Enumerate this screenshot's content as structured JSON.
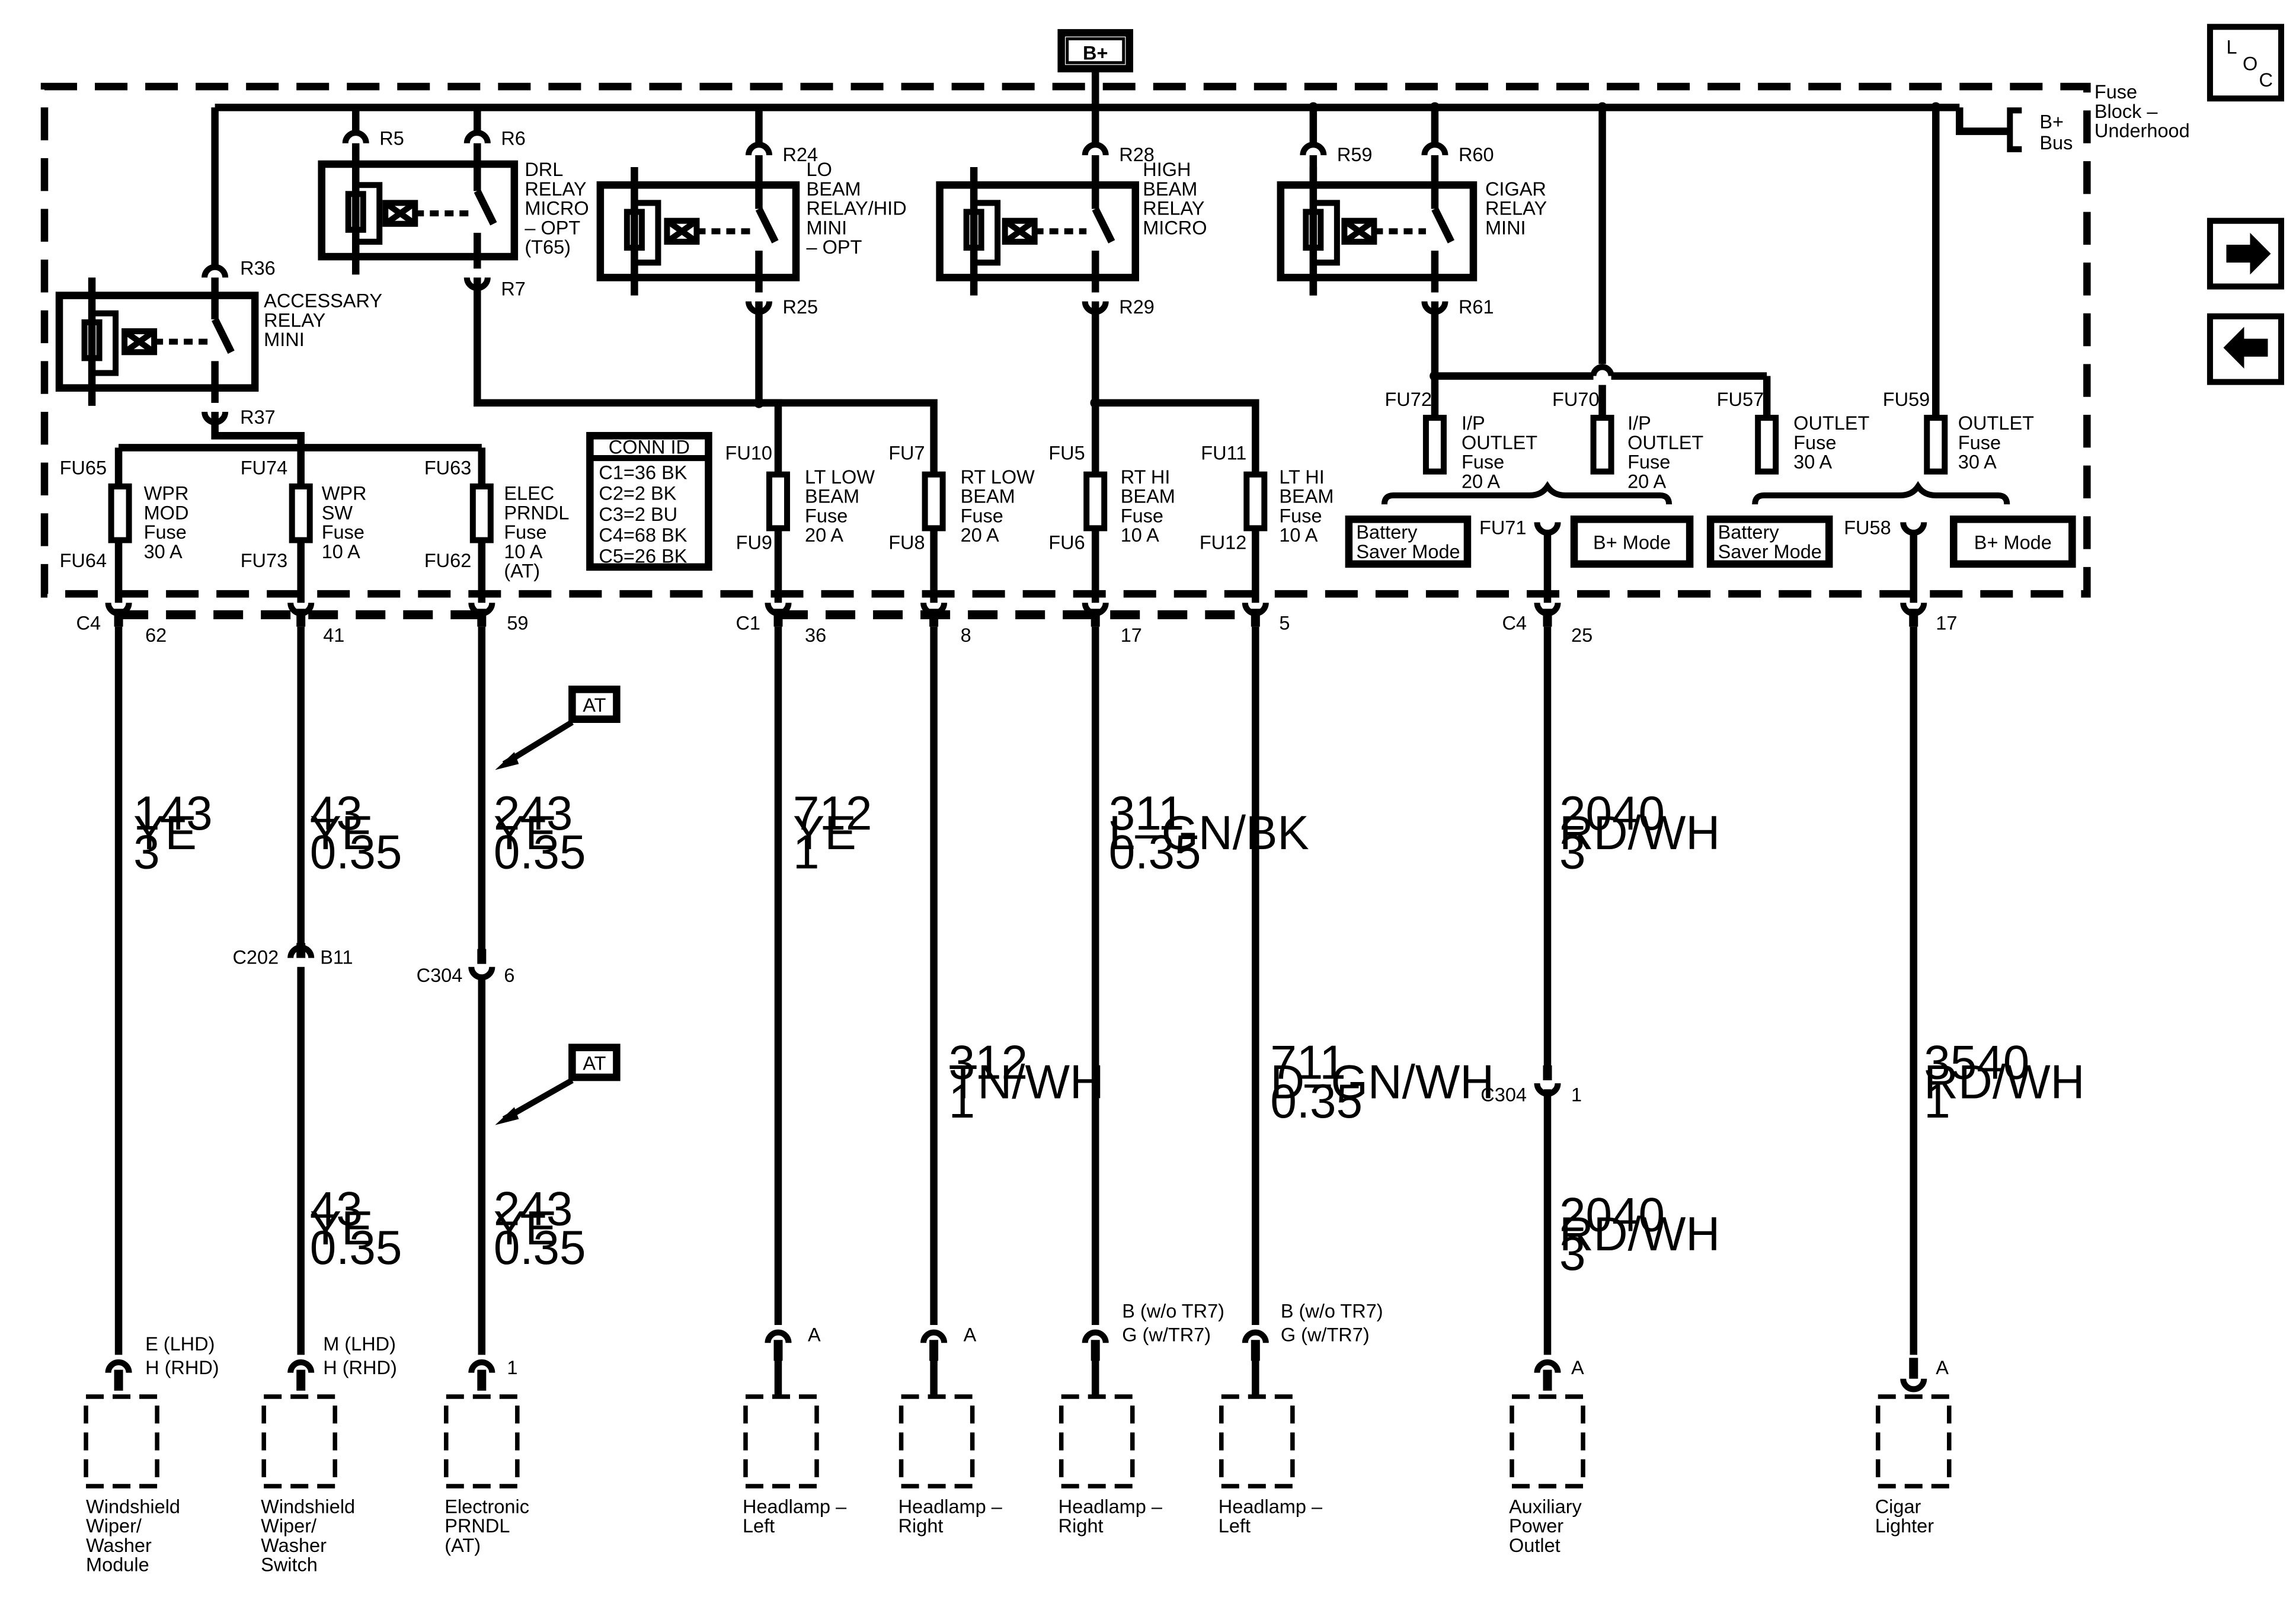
{
  "power": {
    "bplus": "B+",
    "bus_top": "B+",
    "bus_bottom": "Bus"
  },
  "fuse_block": {
    "l1": "Fuse",
    "l2": "Block –",
    "l3": "Underhood"
  },
  "loc": {
    "l": "L",
    "o": "O",
    "c": "C"
  },
  "nav": {
    "next_icon": "arrow-right-icon",
    "prev_icon": "arrow-left-icon"
  },
  "relays": {
    "drl": {
      "l1": "DRL",
      "l2": "RELAY",
      "l3": "MICRO",
      "l4": "– OPT",
      "l5": "(T65)",
      "r_top": "R5",
      "r_top2": "R6",
      "r_bot": "R7"
    },
    "accessory": {
      "l1": "ACCESSARY",
      "l2": "RELAY",
      "l3": "MINI",
      "r_top": "R36",
      "r_bot": "R37"
    },
    "lobeam": {
      "l1": "LO",
      "l2": "BEAM",
      "l3": "RELAY/HID",
      "l4": "MINI",
      "l5": "– OPT",
      "r_top": "R24",
      "r_bot": "R25"
    },
    "hibeam": {
      "l1": "HIGH",
      "l2": "BEAM",
      "l3": "RELAY",
      "l4": "MICRO",
      "r_top": "R28",
      "r_bot": "R29"
    },
    "cigar": {
      "l1": "CIGAR",
      "l2": "RELAY",
      "l3": "MINI",
      "r_top": "R59",
      "r_top2": "R60",
      "r_bot": "R61"
    }
  },
  "conn_id": {
    "title": "CONN ID",
    "rows": [
      "C1=36 BK",
      "C2=2 BK",
      "C3=2 BU",
      "C4=68 BK",
      "C5=26 BK"
    ]
  },
  "fuses": {
    "wpr_mod": {
      "top": "FU65",
      "bot": "FU64",
      "l1": "WPR",
      "l2": "MOD",
      "l3": "Fuse",
      "l4": "30 A"
    },
    "wpr_sw": {
      "top": "FU74",
      "bot": "FU73",
      "l1": "WPR",
      "l2": "SW",
      "l3": "Fuse",
      "l4": "10 A"
    },
    "elec_prndl": {
      "top": "FU63",
      "bot": "FU62",
      "l1": "ELEC",
      "l2": "PRNDL",
      "l3": "Fuse",
      "l4": "10 A",
      "l5": "(AT)"
    },
    "lt_low": {
      "top": "FU10",
      "bot": "FU9",
      "l1": "LT LOW",
      "l2": "BEAM",
      "l3": "Fuse",
      "l4": "20 A"
    },
    "rt_low": {
      "top": "FU7",
      "bot": "FU8",
      "l1": "RT LOW",
      "l2": "BEAM",
      "l3": "Fuse",
      "l4": "20 A"
    },
    "rt_hi": {
      "top": "FU5",
      "bot": "FU6",
      "l1": "RT  HI",
      "l2": "BEAM",
      "l3": "Fuse",
      "l4": "10 A"
    },
    "lt_hi": {
      "top": "FU11",
      "bot": "FU12",
      "l1": "LT HI",
      "l2": "BEAM",
      "l3": "Fuse",
      "l4": "10 A"
    },
    "ip_outlet1": {
      "top": "FU72",
      "l1": "I/P",
      "l2": "OUTLET",
      "l3": "Fuse",
      "l4": "20 A"
    },
    "ip_outlet2": {
      "top": "FU70",
      "l1": "I/P",
      "l2": "OUTLET",
      "l3": "Fuse",
      "l4": "20 A"
    },
    "outlet1": {
      "top": "FU57",
      "l1": "OUTLET",
      "l2": "Fuse",
      "l3": "30 A"
    },
    "outlet2": {
      "top": "FU59",
      "l1": "OUTLET",
      "l2": "Fuse",
      "l3": "30 A"
    }
  },
  "modes": {
    "batt1": {
      "l1": "Battery",
      "l2": "Saver Mode"
    },
    "fu71": "FU71",
    "bmode1": "B+ Mode",
    "batt2": {
      "l1": "Battery",
      "l2": "Saver Mode"
    },
    "fu58": "FU58",
    "bmode2": "B+ Mode"
  },
  "connectors": {
    "c4_left": "C4",
    "c1": "C1",
    "c4_right": "C4",
    "pins": {
      "p62": "62",
      "p41": "41",
      "p59": "59",
      "p36": "36",
      "p8": "8",
      "p17a": "17",
      "p5": "5",
      "p25": "25",
      "p17b": "17"
    }
  },
  "at_tags": {
    "at1": "AT",
    "at2": "AT"
  },
  "wires": {
    "w143": {
      "circuit": "143",
      "color": "YE",
      "size": "3"
    },
    "w43a": {
      "circuit": "43",
      "color": "YE",
      "size": "0.35"
    },
    "w43b": {
      "circuit": "43",
      "color": "YE",
      "size": "0.35"
    },
    "w243a": {
      "circuit": "243",
      "color": "YE",
      "size": "0.35"
    },
    "w243b": {
      "circuit": "243",
      "color": "YE",
      "size": "0.35"
    },
    "w712": {
      "circuit": "712",
      "color": "YE",
      "size": "1"
    },
    "w312": {
      "circuit": "312",
      "color": "TN/WH",
      "size": "1"
    },
    "w311": {
      "circuit": "311",
      "color": "L–GN/BK",
      "size": "0.35"
    },
    "w711": {
      "circuit": "711",
      "color": "D–GN/WH",
      "size": "0.35"
    },
    "w2040a": {
      "circuit": "2040",
      "color": "RD/WH",
      "size": "3"
    },
    "w2040b": {
      "circuit": "2040",
      "color": "RD/WH",
      "size": "3"
    },
    "w3540": {
      "circuit": "3540",
      "color": "RD/WH",
      "size": "1"
    }
  },
  "inline": {
    "c202": "C202",
    "b11": "B11",
    "c304a": "C304",
    "c304a_pin": "6",
    "c304b": "C304",
    "c304b_pin": "1"
  },
  "terminals": {
    "wiper_module": {
      "l1": "E (LHD)",
      "l2": "H (RHD)"
    },
    "wiper_switch": {
      "l1": "M (LHD)",
      "l2": "H (RHD)"
    },
    "prndl": "1",
    "hl_left_lo": "A",
    "hl_right_lo": "A",
    "hl_right_hi": {
      "l1": "B (w/o TR7)",
      "l2": "G (w/TR7)"
    },
    "hl_left_hi": {
      "l1": "B (w/o TR7)",
      "l2": "G (w/TR7)"
    },
    "aux": "A",
    "cigar": "A"
  },
  "components": {
    "wiper_module": [
      "Windshield",
      "Wiper/",
      "Washer",
      "Module"
    ],
    "wiper_switch": [
      "Windshield",
      "Wiper/",
      "Washer",
      "Switch"
    ],
    "prndl": [
      "Electronic",
      "PRNDL",
      "(AT)"
    ],
    "hl_left_lo": [
      "Headlamp –",
      "Left"
    ],
    "hl_right_lo": [
      "Headlamp –",
      "Right"
    ],
    "hl_right_hi": [
      "Headlamp –",
      "Right"
    ],
    "hl_left_hi": [
      "Headlamp –",
      "Left"
    ],
    "aux": [
      "Auxiliary",
      "Power",
      "Outlet"
    ],
    "cigar": [
      "Cigar",
      "Lighter"
    ]
  }
}
